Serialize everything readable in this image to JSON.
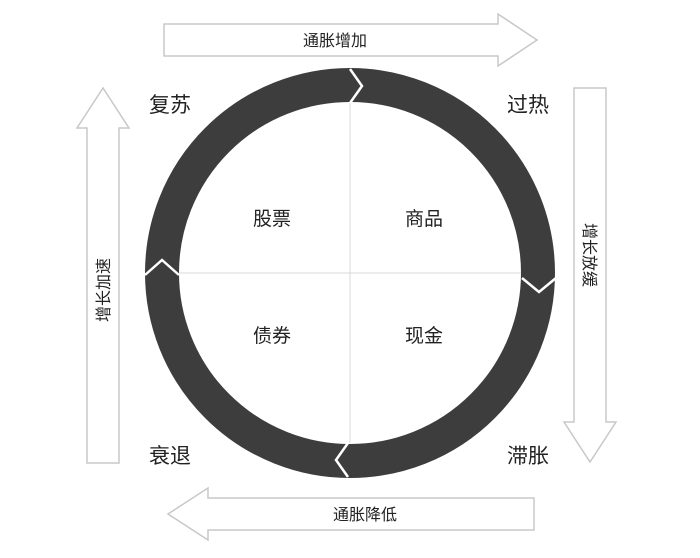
{
  "arrows": {
    "top": "通胀增加",
    "right": "增长放缓",
    "bottom": "通胀降低",
    "left": "增长加速"
  },
  "phases": {
    "top_left": "复苏",
    "top_right": "过热",
    "bottom_right": "滞胀",
    "bottom_left": "衰退"
  },
  "assets": {
    "top_left": "股票",
    "top_right": "商品",
    "bottom_right": "现金",
    "bottom_left": "债券"
  },
  "colors": {
    "ring": "#3d3d3d",
    "arrow_stroke": "#c8c8c8"
  }
}
